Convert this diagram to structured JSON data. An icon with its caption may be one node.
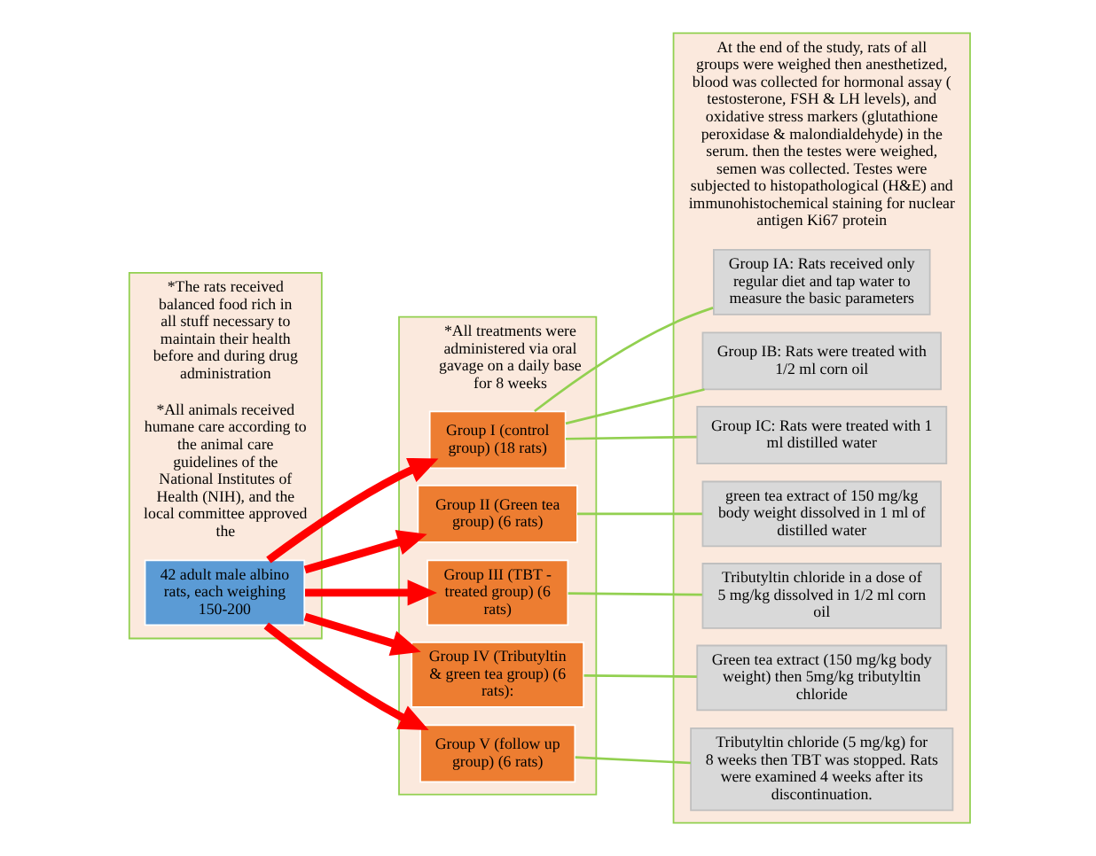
{
  "diagram": {
    "nodes": [
      {
        "text": [
          "*The rats received balanced food rich in all stuff necessary to maintain their health before and during drug administration",
          "*All animals received humane care according to the animal care guidelines of the National Institutes of Health (NIH), and the local committee approved the"
        ]
      },
      {
        "text": [
          "42 adult male albino rats, each weighing 150-200"
        ],
        "in": 0
      },
      {
        "text": [
          "*All treatments were administered via oral gavage on a daily base for 8 weeks"
        ]
      },
      {
        "text": [
          "Group I (control group) (18 rats)"
        ],
        "in": 2
      },
      {
        "text": [
          "Group II (Green tea group) (6 rats)"
        ],
        "in": 2
      },
      {
        "text": [
          "Group III (TBT - treated group) (6 rats)"
        ],
        "in": 2
      },
      {
        "text": [
          "Group IV (Tributyltin & green tea group) (6 rats):"
        ],
        "in": 2
      },
      {
        "text": [
          "Group V (follow up group) (6 rats)"
        ],
        "in": 2
      },
      {
        "text": [
          "At the end of the study, rats of all groups were weighed then anesthetized, blood was collected for hormonal assay ( testosterone, FSH & LH levels), and oxidative stress markers (glutathione peroxidase & malondialdehyde) in the serum. then the testes were weighed, semen was collected. Testes were subjected to histopathological (H&E) and immunohistochemical staining for nuclear antigen Ki67 protein"
        ]
      },
      {
        "text": [
          "Group IA: Rats received only regular diet and tap water to measure the basic parameters"
        ],
        "in": 8
      },
      {
        "text": [
          "Group IB: Rats were treated with 1/2 ml corn oil"
        ],
        "in": 8
      },
      {
        "text": [
          "Group IC: Rats were treated with 1 ml distilled water"
        ],
        "in": 8
      },
      {
        "text": [
          "green tea extract of 150 mg/kg body weight dissolved in 1 ml of distilled water"
        ],
        "in": 8
      },
      {
        "text": [
          "Tributyltin chloride in a dose of 5 mg/kg dissolved in 1/2 ml corn oil"
        ],
        "in": 8
      },
      {
        "text": [
          "Green tea extract (150 mg/kg body weight) then 5mg/kg tributyltin chloride"
        ],
        "in": 8
      },
      {
        "text": [
          "Tributyltin chloride (5 mg/kg) for 8 weeks then TBT was stopped. Rats were examined 4 weeks after its discontinuation."
        ],
        "in": 8
      }
    ],
    "edges": [
      {
        "from": 1,
        "to": 3,
        "arrow": "to",
        "style": "thick",
        "color": "#ff0000"
      },
      {
        "from": 1,
        "to": 4,
        "arrow": "to",
        "style": "thick",
        "color": "#ff0000"
      },
      {
        "from": 1,
        "to": 5,
        "arrow": "to",
        "style": "thick",
        "color": "#ff0000"
      },
      {
        "from": 1,
        "to": 6,
        "arrow": "to",
        "style": "thick",
        "color": "#ff0000"
      },
      {
        "from": 1,
        "to": 7,
        "arrow": "to",
        "style": "thick",
        "color": "#ff0000"
      },
      {
        "from": 3,
        "to": 9,
        "arrow": "none"
      },
      {
        "from": 3,
        "to": 10,
        "arrow": "none"
      },
      {
        "from": 3,
        "to": 11,
        "arrow": "none"
      },
      {
        "from": 4,
        "to": 12,
        "arrow": "none"
      },
      {
        "from": 5,
        "to": 13,
        "arrow": "none"
      },
      {
        "from": 6,
        "to": 14,
        "arrow": "none"
      },
      {
        "from": 7,
        "to": 15,
        "arrow": "none"
      }
    ]
  }
}
